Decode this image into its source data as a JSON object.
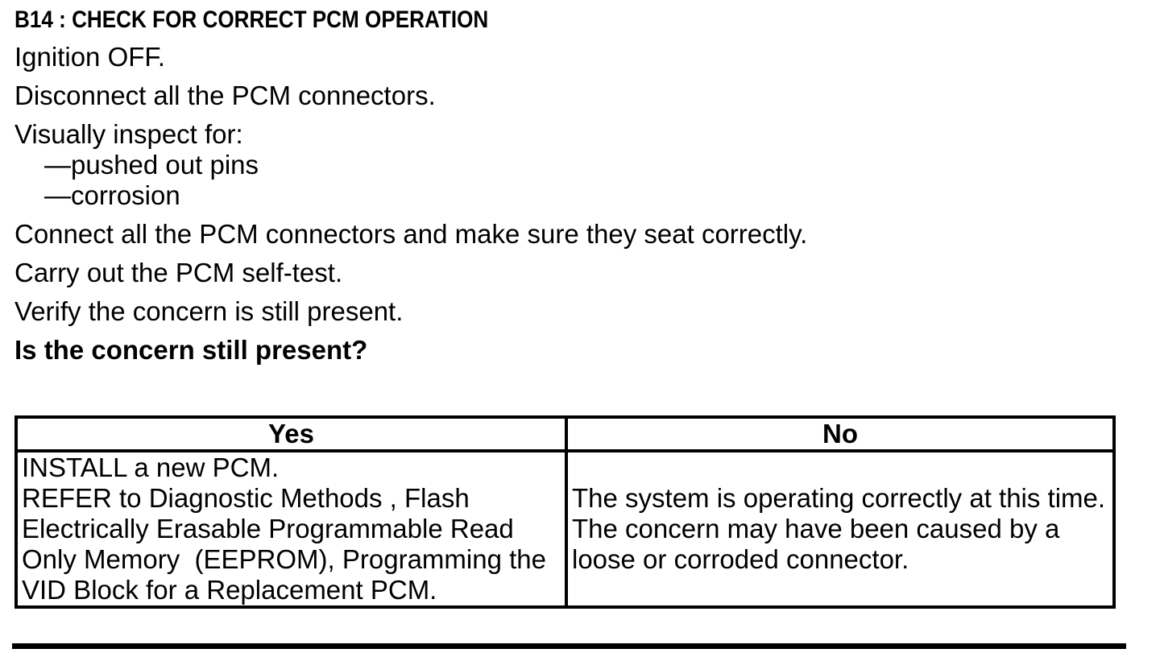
{
  "doc": {
    "title": "B14 : CHECK FOR CORRECT PCM OPERATION",
    "steps": [
      "Ignition OFF.",
      "Disconnect all the PCM connectors.",
      "Visually inspect for:",
      "—pushed out pins",
      "—corrosion",
      "Connect all the PCM connectors and make sure they seat correctly.",
      "Carry out the PCM self-test.",
      "Verify the concern is still present."
    ],
    "question": "Is the concern still present?",
    "decision_table": {
      "yes_header": "Yes",
      "no_header": "No",
      "yes_lines": [
        "INSTALL a new PCM.",
        "REFER to Diagnostic Methods , Flash",
        "Electrically Erasable Programmable Read",
        "Only Memory  (EEPROM), Programming the",
        "VID Block for a Replacement PCM."
      ],
      "no_lines": [
        "The system is operating correctly at this time.",
        "The concern may have been caused by a",
        "loose or corroded connector."
      ]
    },
    "colors": {
      "text": "#000000",
      "background": "#ffffff",
      "border": "#000000"
    }
  }
}
